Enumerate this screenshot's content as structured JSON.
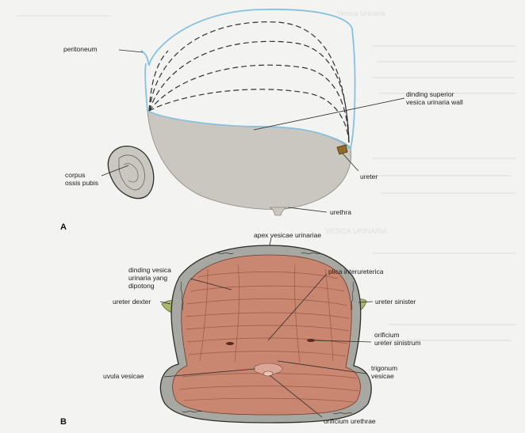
{
  "labels": {
    "peritoneum": "peritoneum",
    "dinding_superior_1": "dinding superior",
    "dinding_superior_2": "vesica urinaria wall",
    "corpus_1": "corpus",
    "corpus_2": "ossis pubis",
    "ureter": "ureter",
    "urethra": "urethra",
    "panel_a": "A",
    "apex": "apex vesicae urinariae",
    "dinding_vesica_1": "dinding vesica",
    "dinding_vesica_2": "urinaria yang",
    "dinding_vesica_3": "dipotong",
    "plica": "plica interureterica",
    "ureter_dexter": "ureter dexter",
    "ureter_sinister": "ureter sinister",
    "orificium_ureter_1": "orificium",
    "orificium_ureter_2": "ureter sinistrum",
    "uvula": "uvula vesicae",
    "trigonum_1": "trigonum",
    "trigonum_2": "vesicae",
    "orificium_urethrae": "orificium urethrae",
    "panel_b": "B"
  },
  "bleed_through": {
    "line_1": "Vesica Urinaria",
    "line_2": "VESICA URINARIA"
  }
}
